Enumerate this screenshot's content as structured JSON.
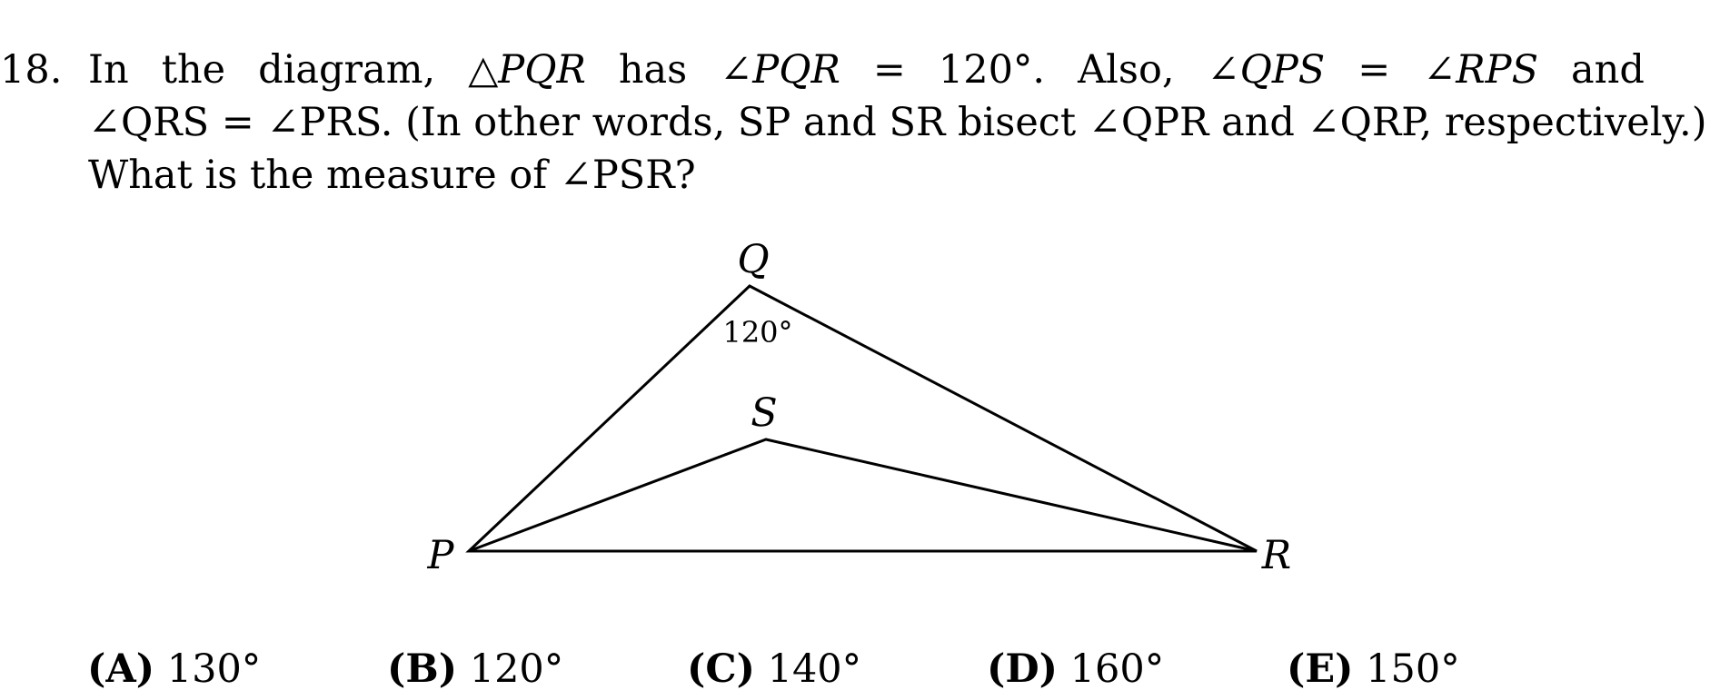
{
  "question": {
    "number": "18.",
    "line1": [
      "In",
      "the",
      "diagram,",
      "△PQR",
      "has",
      "∠PQR",
      "=",
      "120°.",
      "Also,",
      "∠QPS",
      "=",
      "∠RPS",
      "and"
    ],
    "line2": "∠QRS = ∠PRS. (In other words, SP and SR bisect ∠QPR and ∠QRP, respectively.)",
    "line3": "What is the measure of ∠PSR?"
  },
  "diagram": {
    "labels": {
      "Q": "Q",
      "S": "S",
      "P": "P",
      "R": "R"
    },
    "angle_label": "120°"
  },
  "choices": [
    {
      "letter": "(A)",
      "value": "130°"
    },
    {
      "letter": "(B)",
      "value": "120°"
    },
    {
      "letter": "(C)",
      "value": "140°"
    },
    {
      "letter": "(D)",
      "value": "160°"
    },
    {
      "letter": "(E)",
      "value": "150°"
    }
  ]
}
